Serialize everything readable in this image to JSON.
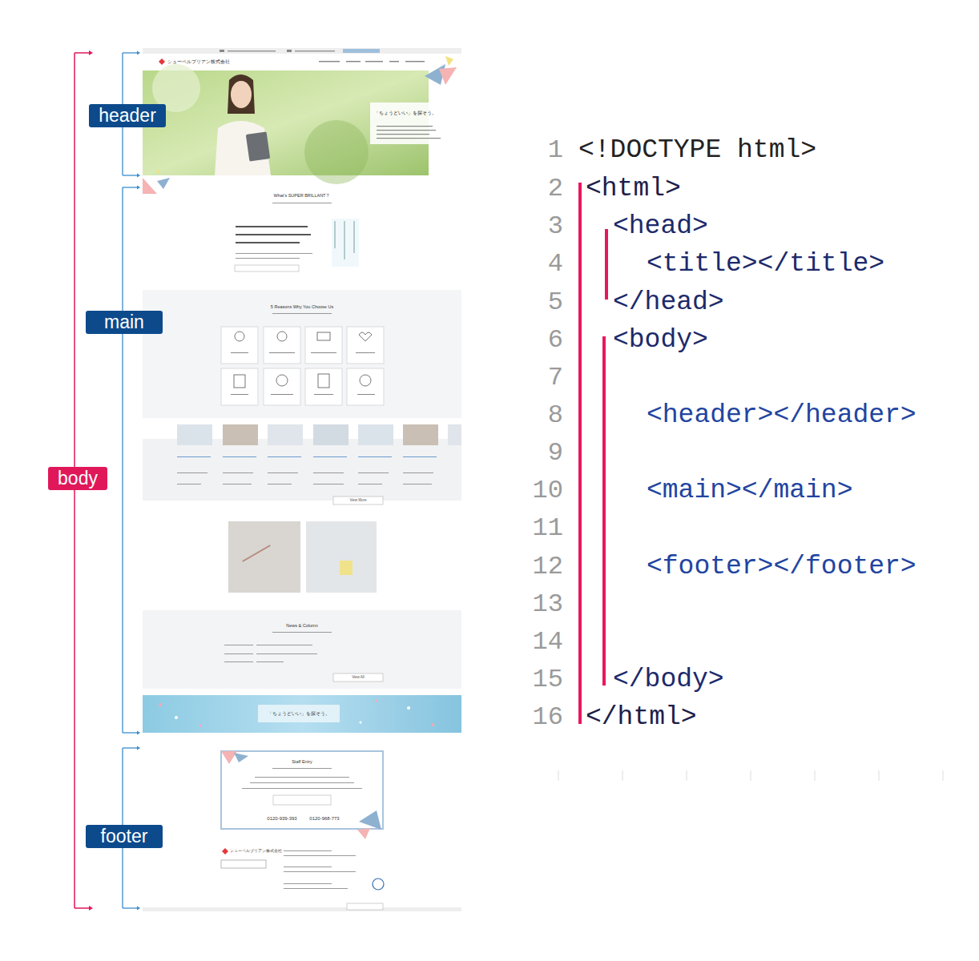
{
  "diagram": {
    "nodes": [
      {
        "text": [
          "header"
        ]
      },
      {
        "text": [
          "main"
        ]
      },
      {
        "text": [
          "body"
        ]
      },
      {
        "text": [
          "footer"
        ]
      }
    ],
    "labels": [
      "シューペルブリアン株式会社",
      "「ちょうどいい」を探そう。",
      "What's SUPER BRILLANT？",
      "5 Reasons Why You Choose Us",
      "View More",
      "News & Column",
      "View All",
      "「ちょうどいい」を探そう。",
      "Staff Entry",
      "0120-939-393",
      "0120-968-773",
      "シューペルブリアン株式会社",
      "1",
      "<!DOCTYPE html>",
      "2",
      "<html>",
      "3",
      "<head>",
      "4",
      "<title></title>",
      "5",
      "</head>",
      "6",
      "<body>",
      "7",
      "8",
      "<header></header>",
      "9",
      "10",
      "<main></main>",
      "11",
      "12",
      "<footer></footer>",
      "13",
      "14",
      "15",
      "</body>",
      "16",
      "</html>"
    ]
  }
}
